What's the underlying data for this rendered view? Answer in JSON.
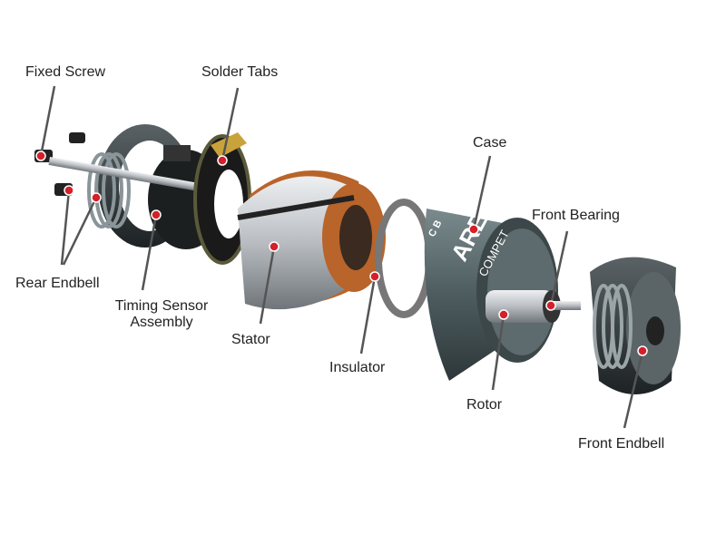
{
  "labels": {
    "fixed_screw": "Fixed Screw",
    "solder_tabs": "Solder Tabs",
    "rear_endbell": "Rear Endbell",
    "timing_sensor_line1": "Timing Sensor",
    "timing_sensor_line2": "Assembly",
    "stator": "Stator",
    "case": "Case",
    "front_bearing": "Front Bearing",
    "insulator": "Insulator",
    "rotor": "Rotor",
    "front_endbell": "Front Endbell"
  },
  "case_branding": {
    "brand": "ARES",
    "sub": "COMPET",
    "marks": "C B"
  },
  "colors": {
    "callout_dot": "#d4202a",
    "leader_line": "#555555",
    "case": "#4d5c5f",
    "copper": "#b8642a",
    "steel": "#c9ccd0",
    "gold": "#c9a23a"
  }
}
